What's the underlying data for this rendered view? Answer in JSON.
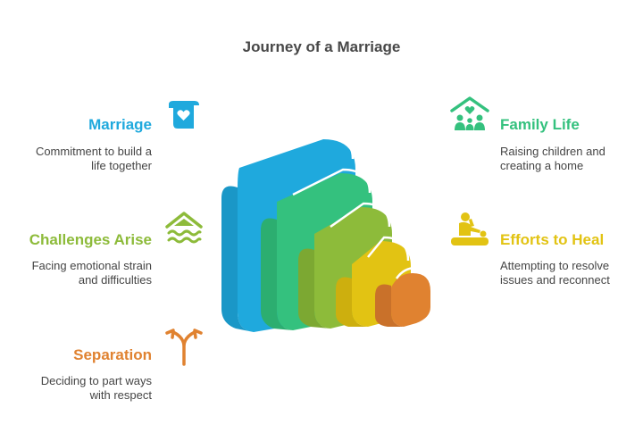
{
  "title": "Journey of a Marriage",
  "stages": [
    {
      "name": "Marriage",
      "description_line1": "Commitment to build a",
      "description_line2": "life together",
      "color": "#1FA9DD",
      "icon": "scroll-heart-icon"
    },
    {
      "name": "Family Life",
      "description_line1": "Raising children and",
      "description_line2": "creating a home",
      "color": "#34C17E",
      "icon": "family-house-icon"
    },
    {
      "name": "Challenges Arise",
      "description_line1": "Facing emotional strain",
      "description_line2": "and difficulties",
      "color": "#8DBB3A",
      "icon": "flooded-house-icon"
    },
    {
      "name": "Efforts to Heal",
      "description_line1": "Attempting to resolve",
      "description_line2": "issues and reconnect",
      "color": "#E2C313",
      "icon": "therapy-icon"
    },
    {
      "name": "Separation",
      "description_line1": "Deciding to part ways",
      "description_line2": "with respect",
      "color": "#E08230",
      "icon": "diverging-arrows-icon"
    }
  ]
}
